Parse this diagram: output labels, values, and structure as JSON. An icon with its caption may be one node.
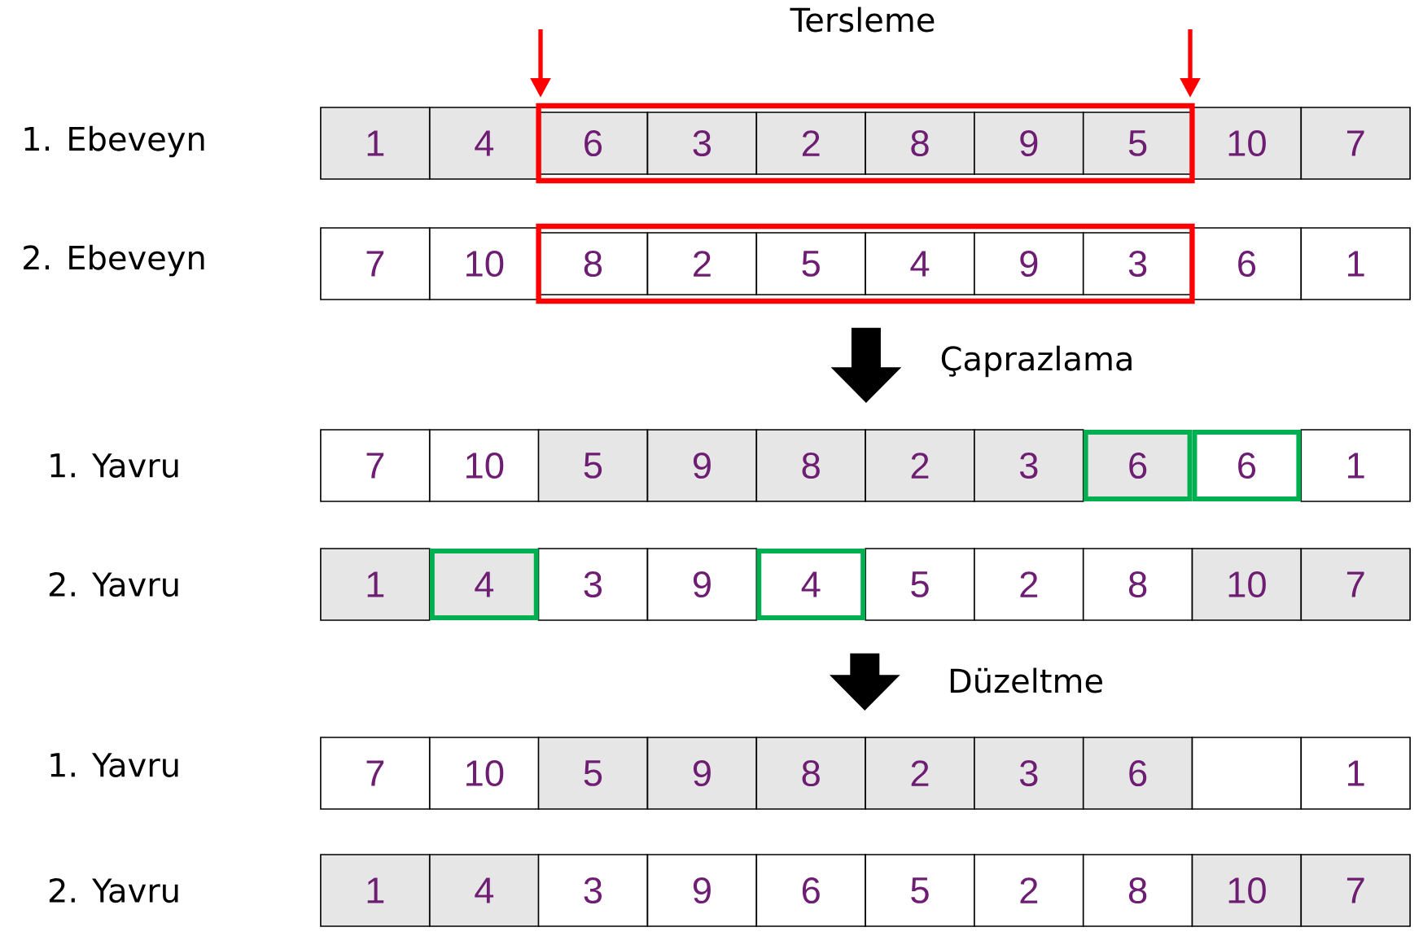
{
  "diagram": {
    "nodes": [
      {
        "text": [],
        "shape": "box"
      },
      {
        "text": [
          "1"
        ]
      },
      {
        "text": [
          "4"
        ]
      },
      {
        "text": [
          "6"
        ],
        "in": 0
      },
      {
        "text": [
          "3"
        ],
        "in": 0
      },
      {
        "text": [
          "2"
        ],
        "in": 0
      },
      {
        "text": [
          "8"
        ],
        "in": 0
      },
      {
        "text": [
          "9"
        ],
        "in": 0
      },
      {
        "text": [
          "5"
        ],
        "in": 0
      },
      {
        "text": [
          "10"
        ]
      },
      {
        "text": [
          "7"
        ]
      },
      {
        "text": [],
        "shape": "box"
      },
      {
        "text": [
          "7"
        ]
      },
      {
        "text": [
          "10"
        ]
      },
      {
        "text": [
          "8"
        ],
        "in": 11
      },
      {
        "text": [
          "2"
        ],
        "in": 11
      },
      {
        "text": [
          "5"
        ],
        "in": 11
      },
      {
        "text": [
          "4"
        ],
        "in": 11
      },
      {
        "text": [
          "9"
        ],
        "in": 11
      },
      {
        "text": [
          "3"
        ],
        "in": 11
      },
      {
        "text": [
          "6"
        ]
      },
      {
        "text": [
          "1"
        ]
      },
      {
        "text": [
          "7"
        ]
      },
      {
        "text": [
          "10"
        ]
      },
      {
        "text": [
          "5"
        ]
      },
      {
        "text": [
          "9"
        ]
      },
      {
        "text": [
          "8"
        ]
      },
      {
        "text": [
          "2"
        ]
      },
      {
        "text": [
          "3"
        ]
      },
      {
        "text": [
          "6"
        ]
      },
      {
        "text": [
          "6"
        ]
      },
      {
        "text": [
          "1"
        ]
      },
      {
        "text": [
          "1"
        ]
      },
      {
        "text": [
          "4"
        ]
      },
      {
        "text": [
          "3"
        ]
      },
      {
        "text": [
          "9"
        ]
      },
      {
        "text": [
          "4"
        ]
      },
      {
        "text": [
          "5"
        ]
      },
      {
        "text": [
          "2"
        ]
      },
      {
        "text": [
          "8"
        ]
      },
      {
        "text": [
          "10"
        ]
      },
      {
        "text": [
          "7"
        ]
      },
      {
        "text": [
          "7"
        ]
      },
      {
        "text": [
          "10"
        ]
      },
      {
        "text": [
          "5"
        ]
      },
      {
        "text": [
          "9"
        ]
      },
      {
        "text": [
          "8"
        ]
      },
      {
        "text": [
          "2"
        ]
      },
      {
        "text": [
          "3"
        ]
      },
      {
        "text": [
          "6"
        ]
      },
      {
        "text": [],
        "shape": "box"
      },
      {
        "text": [
          "1"
        ]
      },
      {
        "text": [
          "1"
        ]
      },
      {
        "text": [
          "4"
        ]
      },
      {
        "text": [
          "3"
        ]
      },
      {
        "text": [
          "9"
        ]
      },
      {
        "text": [
          "6"
        ]
      },
      {
        "text": [
          "5"
        ]
      },
      {
        "text": [
          "2"
        ]
      },
      {
        "text": [
          "8"
        ]
      },
      {
        "text": [
          "10"
        ]
      },
      {
        "text": [
          "7"
        ]
      }
    ],
    "edges": [
      {
        "from": 16,
        "to": 26,
        "arrow": "to"
      },
      {
        "from": 37,
        "to": 47,
        "arrow": "to"
      }
    ],
    "labels": [
      "Tersleme",
      "1. Ebeveyn",
      "2. Ebeveyn",
      "Çaprazlama",
      "1. Yavru",
      "2. Yavru",
      "Düzeltme",
      "1. Yavru",
      "2. Yavru"
    ]
  }
}
